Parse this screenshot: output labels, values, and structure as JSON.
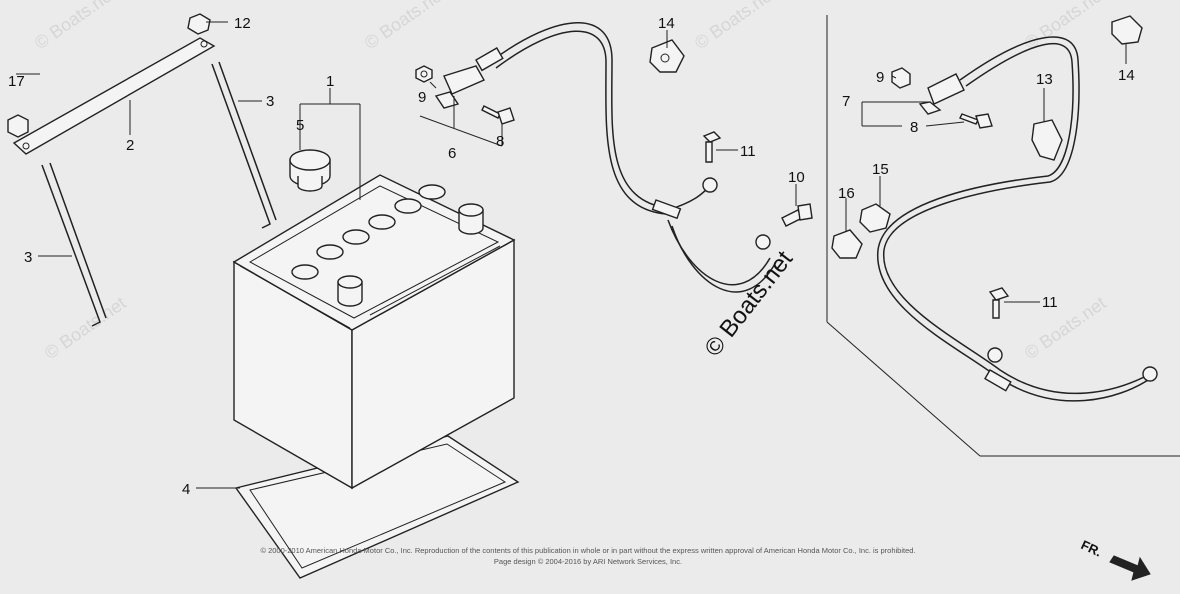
{
  "watermarks": {
    "repeat_text": "© Boats.net",
    "center_text": "© Boats.net"
  },
  "callouts": {
    "c1": "1",
    "c2": "2",
    "c3a": "3",
    "c3b": "3",
    "c4": "4",
    "c5": "5",
    "c6": "6",
    "c7": "7",
    "c8a": "8",
    "c8b": "8",
    "c9a": "9",
    "c9b": "9",
    "c10": "10",
    "c11a": "11",
    "c11b": "11",
    "c12": "12",
    "c13": "13",
    "c14a": "14",
    "c14b": "14",
    "c15": "15",
    "c16": "16",
    "c17": "17"
  },
  "footer": {
    "copyright_line1": "© 2000-2010 American Honda Motor Co., Inc. Reproduction of the contents of this publication in whole or in part without the express written approval of American Honda Motor Co., Inc. is prohibited.",
    "copyright_line2": "Page design © 2004-2016 by ARI Network Services, Inc."
  },
  "direction_label": "FR."
}
